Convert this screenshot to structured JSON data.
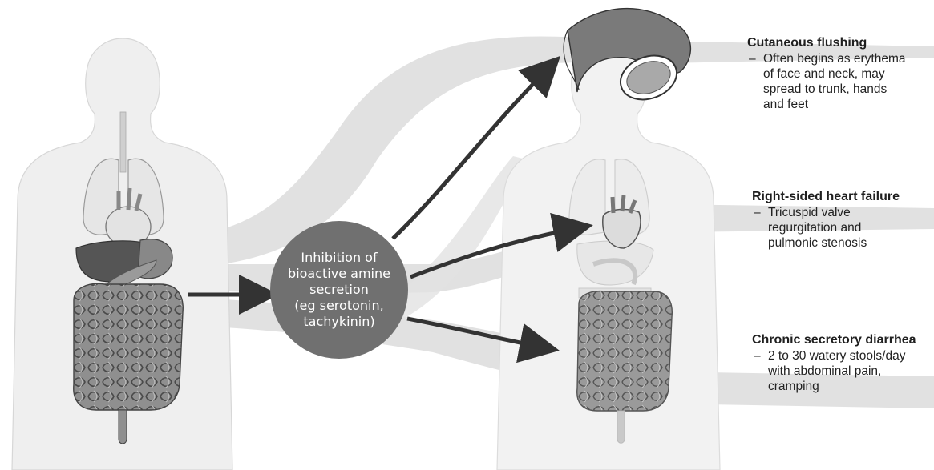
{
  "hub": {
    "text": "Inhibition of\nbioactive amine\nsecretion\n(eg serotonin,\ntachykinin)"
  },
  "effects": [
    {
      "title": "Cutaneous flushing",
      "description": "Often begins as erythema\nof face and neck, may\nspread to trunk, hands\nand feet"
    },
    {
      "title": "Right-sided heart failure",
      "description": "Tricuspid valve\nregurgitation and\npulmonic stenosis"
    },
    {
      "title": "Chronic secretory diarrhea",
      "description": "2 to 30 watery stools/day\nwith abdominal pain,\ncramping"
    }
  ],
  "colors": {
    "background": "#ffffff",
    "hub": "#707070",
    "arrow": "#333333",
    "band": "#dedede",
    "body": "#efefef"
  }
}
